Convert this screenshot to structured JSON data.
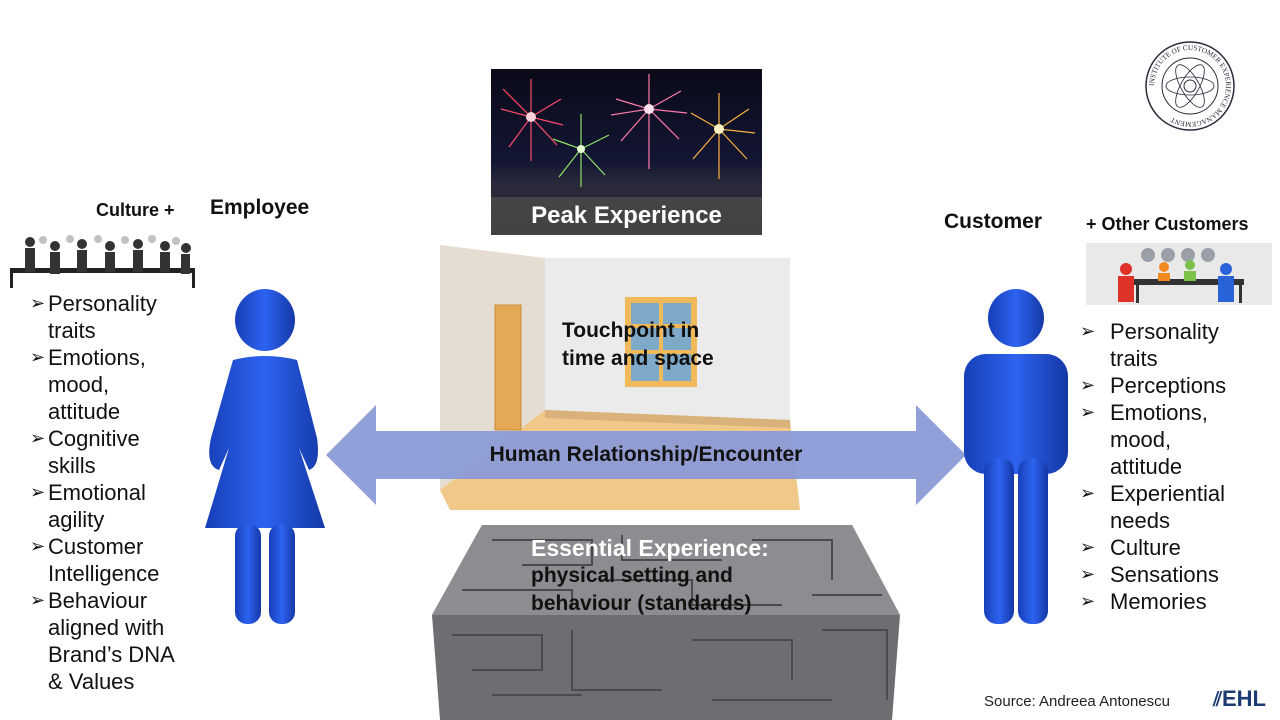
{
  "peak": {
    "label": "Peak Experience"
  },
  "room": {
    "label_line1": "Touchpoint in",
    "label_line2": "time and space"
  },
  "arrow": {
    "label": "Human Relationship/Encounter"
  },
  "essential": {
    "title": "Essential Experience:",
    "line1": "physical setting and",
    "line2": "behaviour (standards)"
  },
  "employee": {
    "culture_label": "Culture +",
    "title": "Employee",
    "traits": [
      {
        "l1": "Personality",
        "l2": "traits"
      },
      {
        "l1": "Emotions,",
        "l2": "mood,",
        "l3": "attitude"
      },
      {
        "l1": "Cognitive",
        "l2": "skills"
      },
      {
        "l1": "Emotional",
        "l2": "agility"
      },
      {
        "l1": "Customer",
        "l2": "Intelligence"
      },
      {
        "l1": "Behaviour",
        "l2": "aligned with",
        "l3": "Brand’s DNA",
        "l4": "& Values"
      }
    ]
  },
  "customer": {
    "title": "Customer",
    "other_label": "+ Other Customers",
    "traits": [
      {
        "l1": "Personality",
        "l2": "traits"
      },
      {
        "l1": "Perceptions"
      },
      {
        "l1": "Emotions,",
        "l2": "mood,",
        "l3": "attitude"
      },
      {
        "l1": "Experiential",
        "l2": "needs"
      },
      {
        "l1": "Culture"
      },
      {
        "l1": "Sensations"
      },
      {
        "l1": "Memories"
      }
    ]
  },
  "logo": {
    "seal_text": "INSTITUTE OF CUSTOMER EXPERIENCE MANAGEMENT"
  },
  "footer": {
    "source": "Source: Andreea Antonescu",
    "brand": "EHL"
  },
  "colors": {
    "figure": "#1f4fd8",
    "arrow": "#8b9bd6"
  }
}
